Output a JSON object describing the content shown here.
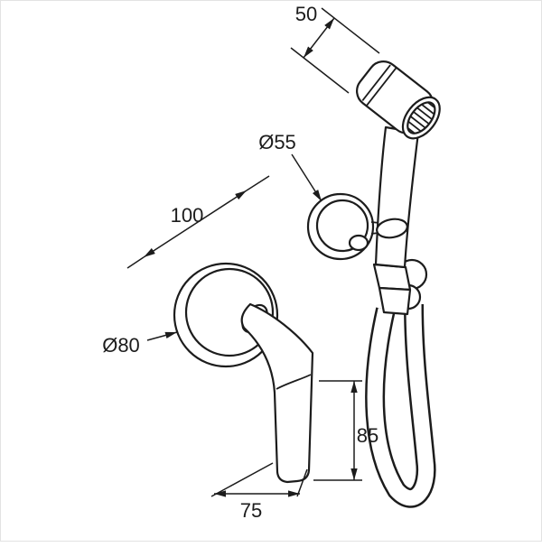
{
  "page": {
    "background": "#ffffff",
    "line_color": "#1c1c1c"
  },
  "drawing": {
    "dimension_labels": {
      "shower_head_width": "50",
      "holder_diameter": "Ø55",
      "horizontal_offset": "100",
      "escutcheon_diameter": "Ø80",
      "lever_height": "85",
      "lever_width": "75"
    }
  }
}
